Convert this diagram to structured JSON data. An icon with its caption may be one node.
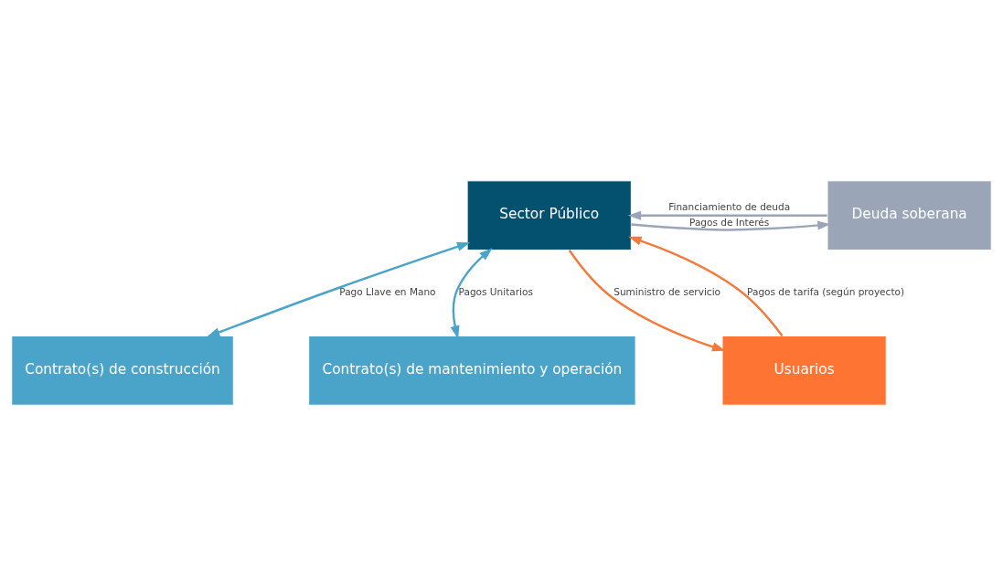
{
  "diagram": {
    "nodes": [
      {
        "text": [
          "Sector Público"
        ]
      },
      {
        "text": [
          "Deuda soberana"
        ]
      },
      {
        "text": [
          "Contrato(s) de construcción"
        ]
      },
      {
        "text": [
          "Contrato(s) de mantenimiento y operación"
        ]
      },
      {
        "text": [
          "Usuarios"
        ]
      }
    ],
    "edges": [
      {
        "from": 1,
        "to": 0,
        "arrow": "to",
        "label": "Financiamiento de deuda",
        "color": "#9aa5b8"
      },
      {
        "from": 0,
        "to": 1,
        "arrow": "to",
        "label": "Pagos de Interés",
        "color": "#9aa5b8"
      },
      {
        "from": 0,
        "to": 2,
        "arrow": "both",
        "label": "Pago Llave en Mano",
        "color": "#4aa3c8"
      },
      {
        "from": 0,
        "to": 3,
        "arrow": "both",
        "label": "Pagos Unitarios",
        "color": "#4aa3c8"
      },
      {
        "from": 0,
        "to": 4,
        "arrow": "to",
        "label": "Suministro de servicio",
        "color": "#f47a3c"
      },
      {
        "from": 4,
        "to": 0,
        "arrow": "to",
        "label": "Pagos de tarifa (según proyecto)",
        "color": "#f47a3c"
      }
    ]
  }
}
